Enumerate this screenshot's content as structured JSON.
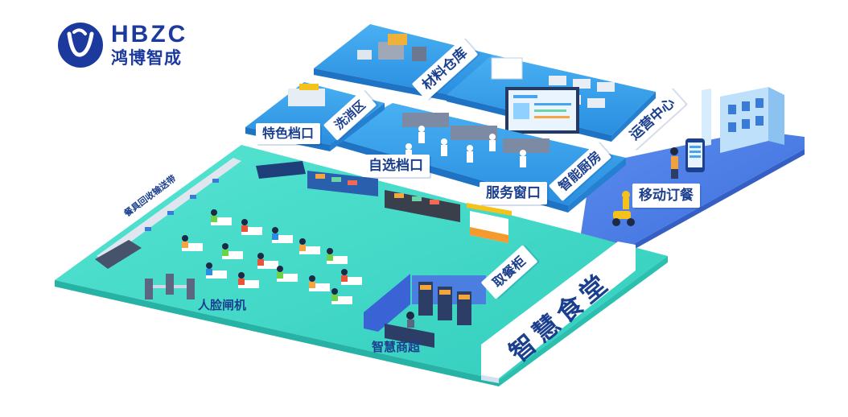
{
  "brand": {
    "name_en": "HBZC",
    "name_cn": "鸿博智成"
  },
  "zones": {
    "warehouse": "材料仓库",
    "operations": "运营中心",
    "dishwashing": "洗消区",
    "specialty_stall": "特色档口",
    "self_service_stall": "自选档口",
    "smart_kitchen": "智能厨房",
    "service_window": "服务窗口",
    "mobile_order": "移动订餐",
    "tableware_conveyor": "餐具回收输送带",
    "face_gate": "人脸闸机",
    "pickup_cabinet": "取餐柜",
    "smart_canteen": "智慧食堂",
    "smart_supermarket": "智慧商超"
  },
  "colors": {
    "platform_blue": "#2a8ee0",
    "canteen_floor": "#3ed6c6",
    "mobile_platform": "#4a7de6",
    "sign_text": "#1b3f8f",
    "brand": "#1c3a9e"
  },
  "icons": [
    "logo-icon",
    "chef-icon",
    "diner-icon",
    "screen-icon",
    "phone-icon",
    "building-icon",
    "scooter-icon"
  ]
}
